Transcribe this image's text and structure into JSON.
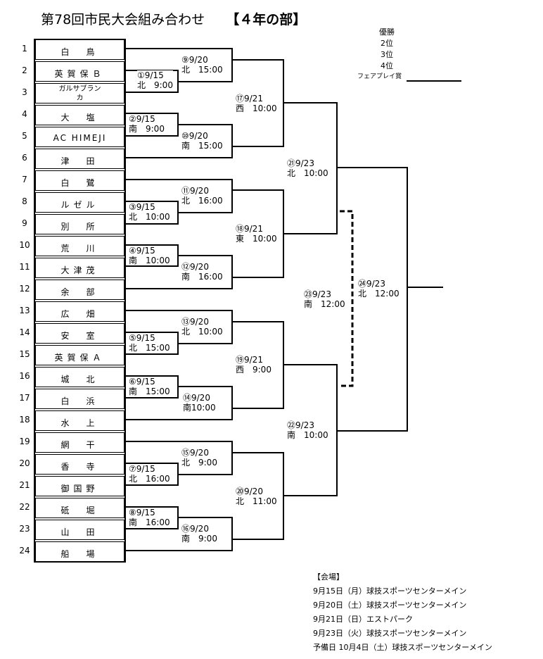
{
  "title": "第78回市民大会組み合わせ",
  "subtitle": "【４年の部】",
  "results": {
    "winner": "優勝",
    "second": "2位",
    "third": "3位",
    "fourth": "4位",
    "fairplay": "フェアプレイ賞"
  },
  "teams": [
    {
      "num": "1",
      "name": "白　鳥"
    },
    {
      "num": "2",
      "name": "英賀保Ｂ"
    },
    {
      "num": "3",
      "name": "ガルサブラン\nカ"
    },
    {
      "num": "4",
      "name": "大　塩"
    },
    {
      "num": "5",
      "name": "AC HIMEJI"
    },
    {
      "num": "6",
      "name": "津　田"
    },
    {
      "num": "7",
      "name": "白　鷺"
    },
    {
      "num": "8",
      "name": "ルゼル"
    },
    {
      "num": "9",
      "name": "別　所"
    },
    {
      "num": "10",
      "name": "荒　川"
    },
    {
      "num": "11",
      "name": "大津茂"
    },
    {
      "num": "12",
      "name": "余　部"
    },
    {
      "num": "13",
      "name": "広　畑"
    },
    {
      "num": "14",
      "name": "安　室"
    },
    {
      "num": "15",
      "name": "英賀保Ａ"
    },
    {
      "num": "16",
      "name": "城　北"
    },
    {
      "num": "17",
      "name": "白　浜"
    },
    {
      "num": "18",
      "name": "水　上"
    },
    {
      "num": "19",
      "name": "網　干"
    },
    {
      "num": "20",
      "name": "香　寺"
    },
    {
      "num": "21",
      "name": "御国野"
    },
    {
      "num": "22",
      "name": "砥　堀"
    },
    {
      "num": "23",
      "name": "山　田"
    },
    {
      "num": "24",
      "name": "船　場"
    }
  ],
  "matches": {
    "m1": "①9/15\n北　9:00",
    "m2": "②9/15\n南　9:00",
    "m3": "③9/15\n北　10:00",
    "m4": "④9/15\n南　10:00",
    "m5": "⑤9/15\n北　15:00",
    "m6": "⑥9/15\n南　15:00",
    "m7": "⑦9/15\n北　16:00",
    "m8": "⑧9/15\n南　16:00",
    "m9": "⑨9/20\n北　15:00",
    "m10": "⑩9/20\n南　15:00",
    "m11": "⑪9/20\n北　16:00",
    "m12": "⑫9/20\n南　16:00",
    "m13": "⑬9/20\n北　10:00",
    "m14": "⑭9/20\n南10:00",
    "m15": "⑮9/20\n北　9:00",
    "m16": "⑯9/20\n南　9:00",
    "m17": "⑰9/21\n西　10:00",
    "m18": "⑱9/21\n東　10:00",
    "m19": "⑲9/21\n西　9:00",
    "m20": "⑳9/20\n北　11:00",
    "m21": "㉑9/23\n北　10:00",
    "m22": "㉒9/23\n南　10:00",
    "m23": "㉓9/23\n南　12:00",
    "m24": "㉔9/23\n北　12:00"
  },
  "venues": {
    "title": "【会場】",
    "lines": [
      "9月15日（月）球技スポーツセンターメイン",
      "9月20日（土）球技スポーツセンターメイン",
      "9月21日（日）エストパーク",
      "9月23日（火）球技スポーツセンターメイン",
      "予備日 10月4日（土）球技スポーツセンターメイン"
    ]
  }
}
